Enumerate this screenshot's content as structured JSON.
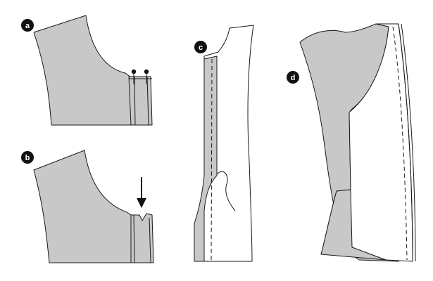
{
  "panels": {
    "a": {
      "label": "a"
    },
    "b": {
      "label": "b"
    },
    "c": {
      "label": "c"
    },
    "d": {
      "label": "d"
    }
  },
  "colors": {
    "fabric": "#c8c8c8",
    "fabric_white": "#ffffff",
    "outline": "#1a1a1a",
    "badge": "#111111"
  },
  "icons": {
    "pin": "pin-icon",
    "arrow": "down-arrow-icon",
    "badge": "step-label-badge"
  }
}
